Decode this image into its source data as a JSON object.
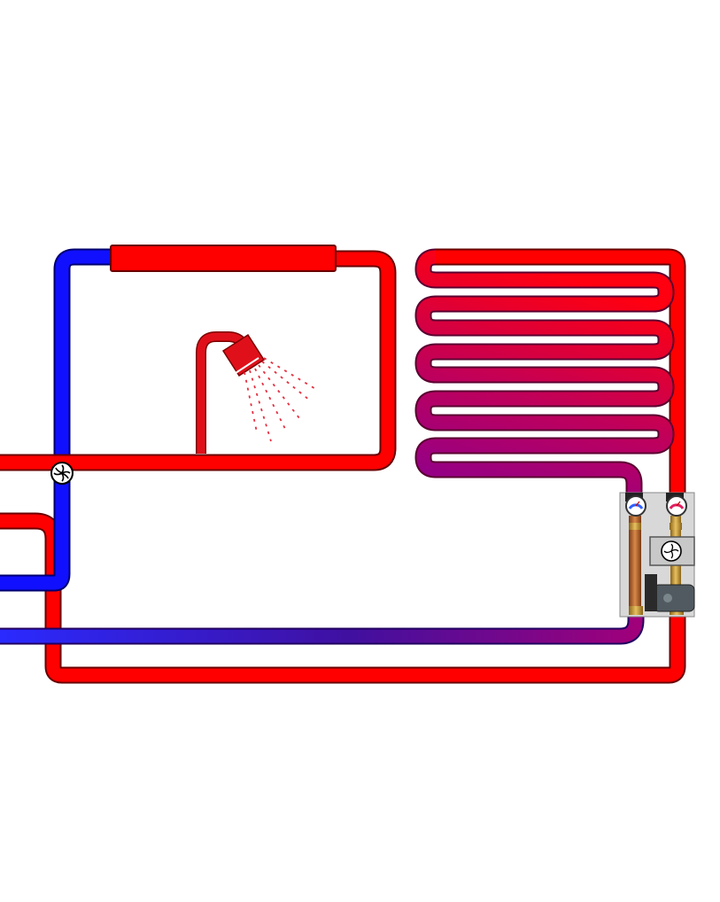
{
  "diagram": {
    "description_elements": [
      "hot-water-tank",
      "shower",
      "circulation-pump",
      "underfloor-heating-loop",
      "pump-mixing-station"
    ],
    "colors": {
      "hot": "#ff0000",
      "cold": "#1010ff",
      "cold_return": "#3030ff",
      "outline": "#6a0000",
      "mixed_a": "#cc0040",
      "mixed_b": "#8a0090",
      "background": "#ffffff"
    },
    "icons": {
      "shower": "shower-head-icon",
      "pump": "circulation-pump-icon",
      "station": "pump-station-icon"
    }
  }
}
